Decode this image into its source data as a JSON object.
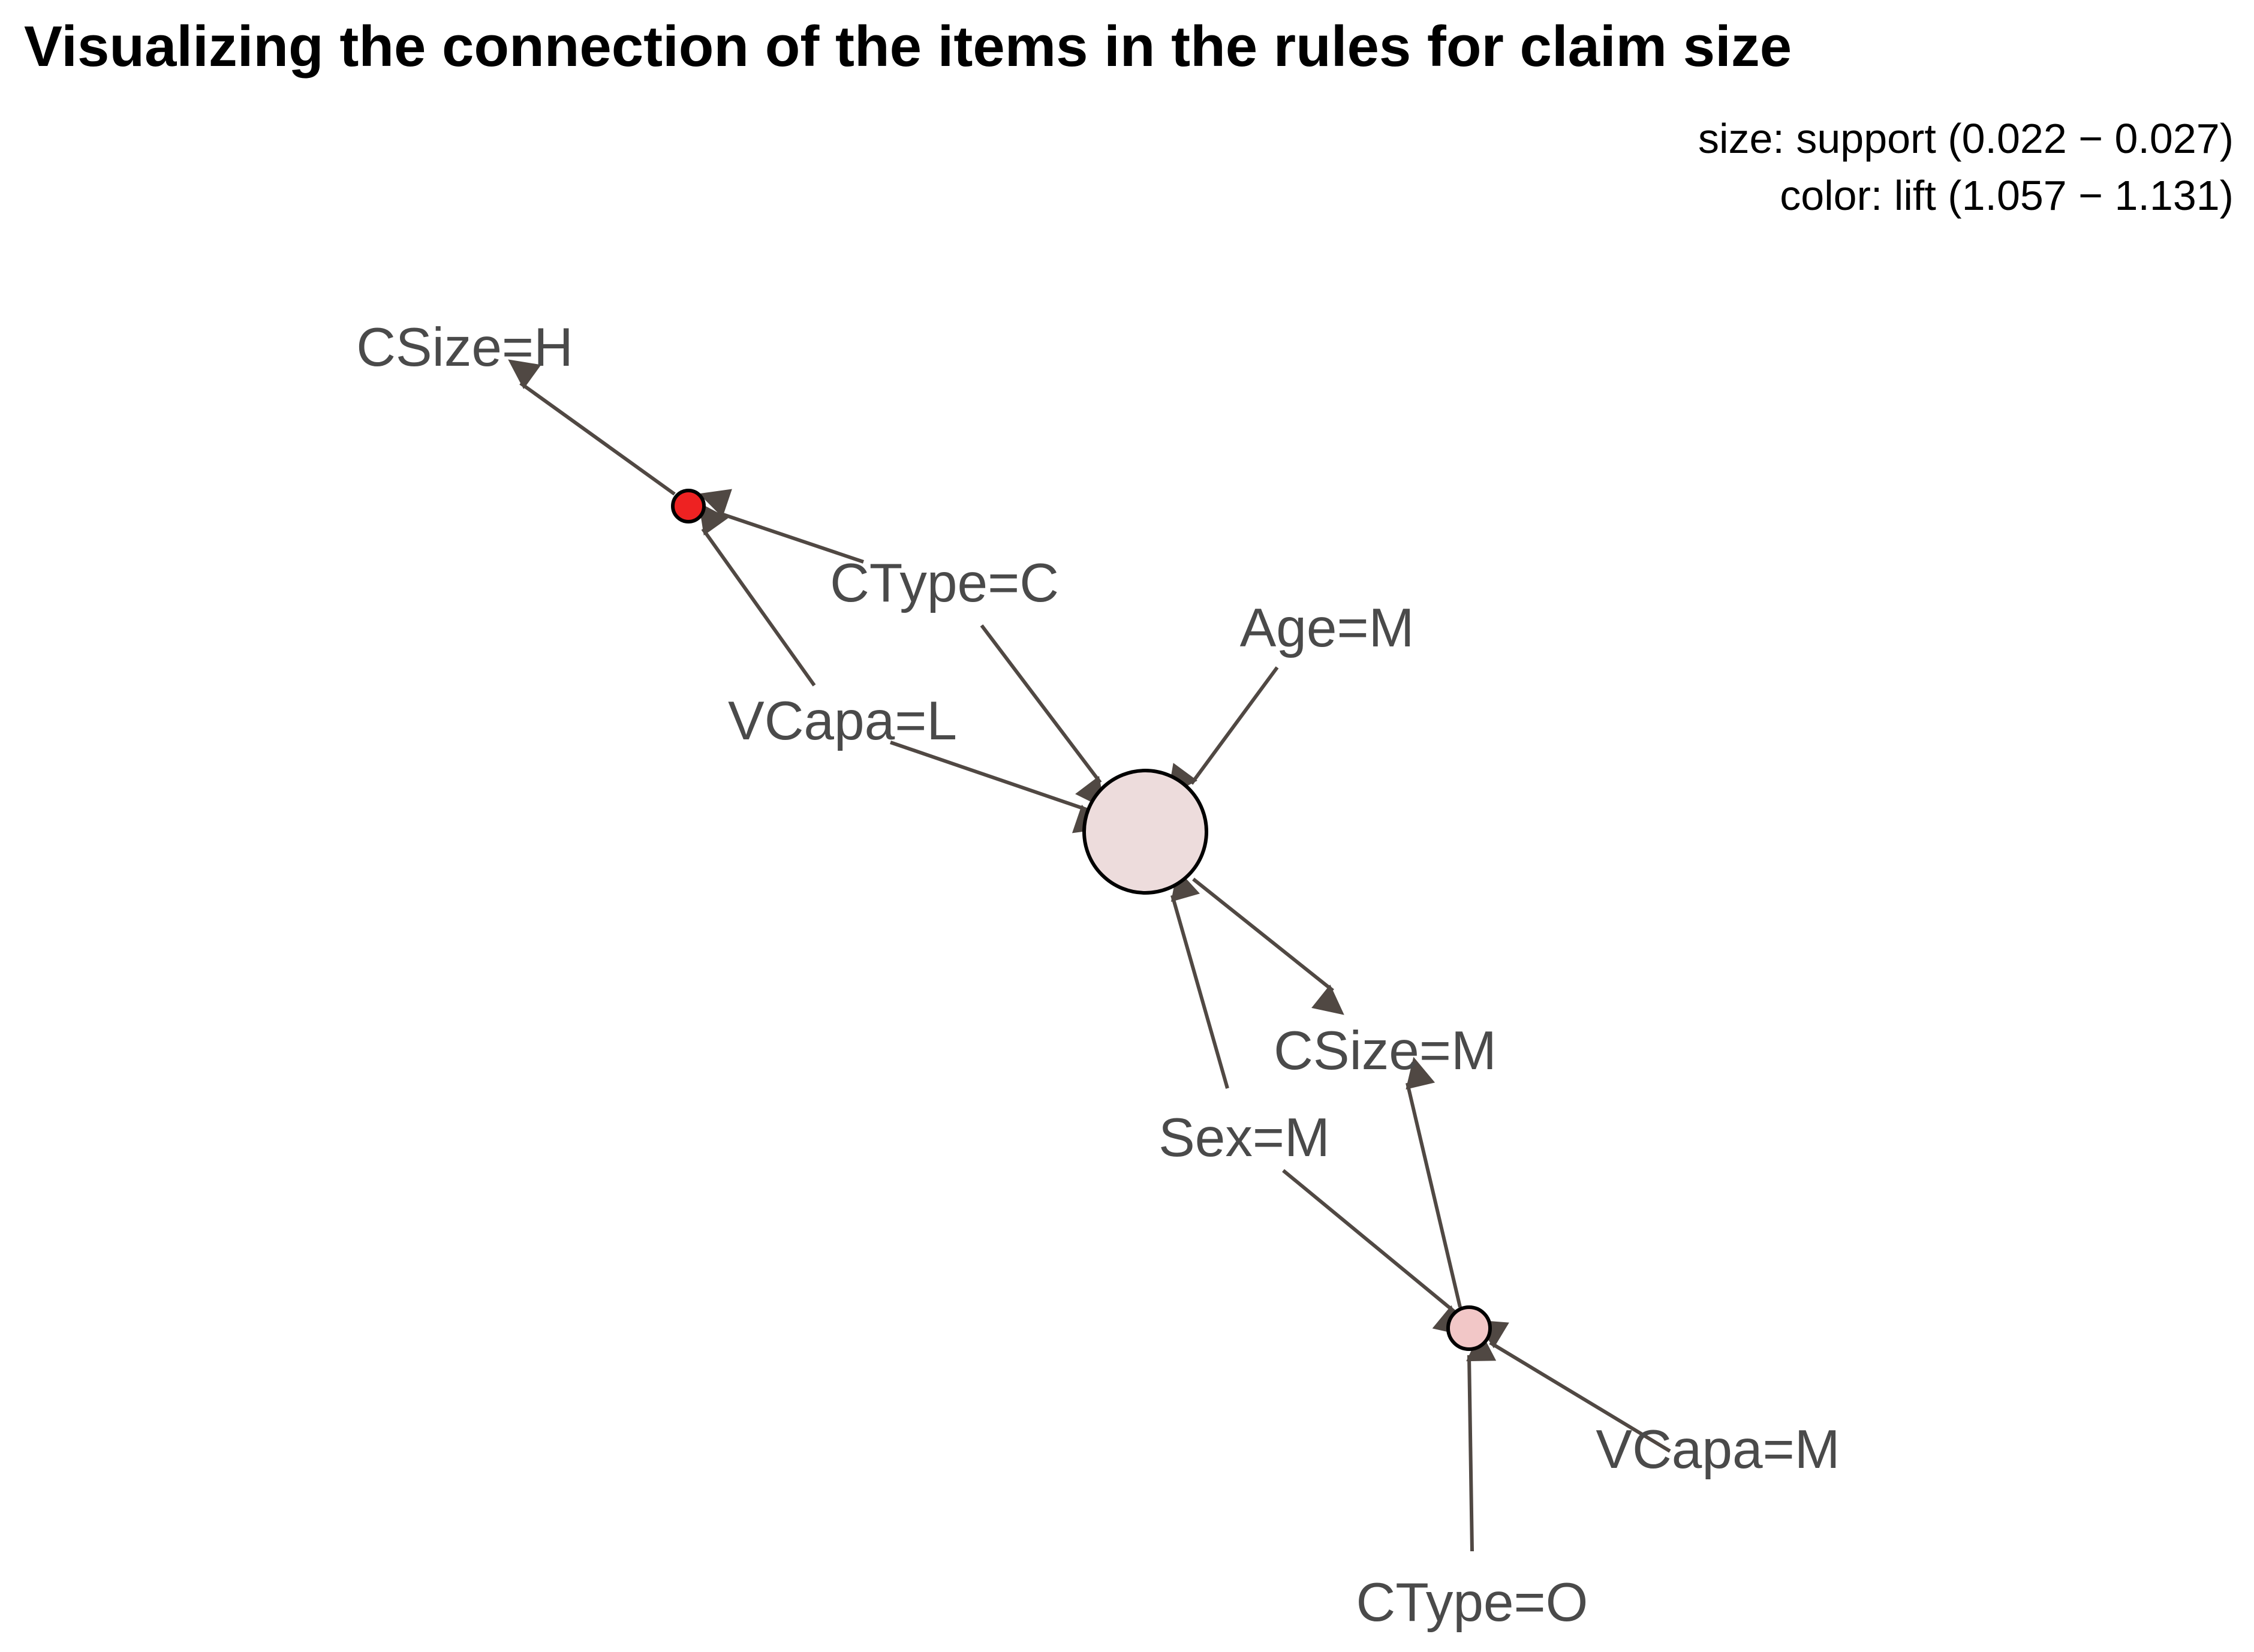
{
  "title": "Visualizing the connection of the items in the rules for claim size",
  "legend": {
    "size_line": "size: support (0.022 − 0.027)",
    "color_line": "color: lift (1.057 − 1.131)"
  },
  "graph": {
    "items": [
      {
        "id": "csize_h",
        "label": "CSize=H"
      },
      {
        "id": "ctype_c",
        "label": "CType=C"
      },
      {
        "id": "age_m",
        "label": "Age=M"
      },
      {
        "id": "vcapa_l",
        "label": "VCapa=L"
      },
      {
        "id": "csize_m",
        "label": "CSize=M"
      },
      {
        "id": "sex_m",
        "label": "Sex=M"
      },
      {
        "id": "vcapa_m",
        "label": "VCapa=M"
      },
      {
        "id": "ctype_o",
        "label": "CType=O"
      }
    ],
    "rules": [
      {
        "id": "rule1",
        "color": "#ee2222",
        "lhs": [
          "ctype_c",
          "vcapa_l"
        ],
        "rhs": "csize_h"
      },
      {
        "id": "rule2",
        "color": "#eddcdc",
        "lhs": [
          "ctype_c",
          "age_m",
          "vcapa_l",
          "sex_m"
        ],
        "rhs": "csize_m"
      },
      {
        "id": "rule3",
        "color": "#f2c7c7",
        "lhs": [
          "sex_m",
          "vcapa_m",
          "ctype_o"
        ],
        "rhs": "csize_m"
      }
    ]
  }
}
